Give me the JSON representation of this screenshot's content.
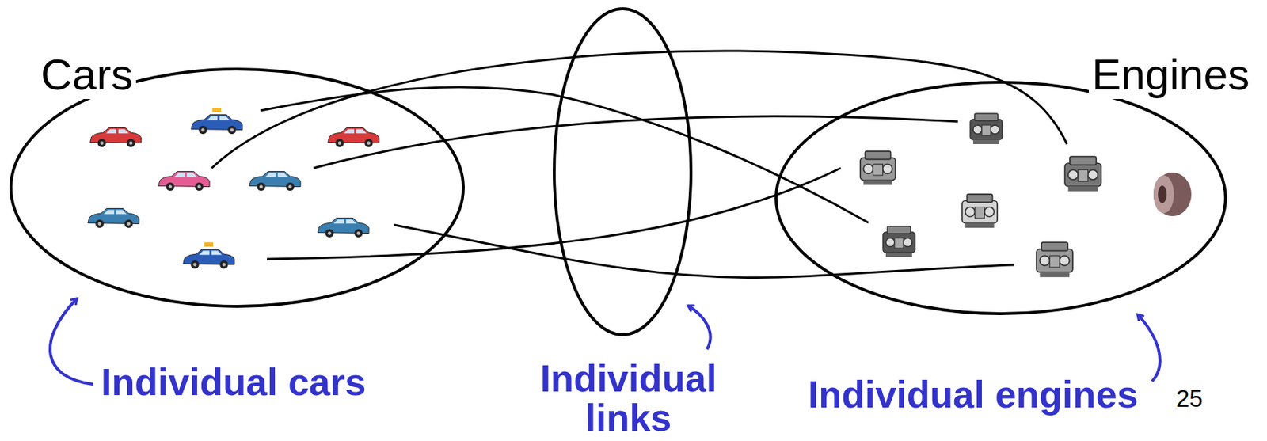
{
  "diagram": {
    "nodes": [
      {
        "text": [
          "Cars"
        ]
      },
      {
        "text": [
          "Engines"
        ]
      }
    ],
    "labels": [
      "Individual cars",
      "Individual links",
      "Individual engines",
      "25"
    ]
  }
}
